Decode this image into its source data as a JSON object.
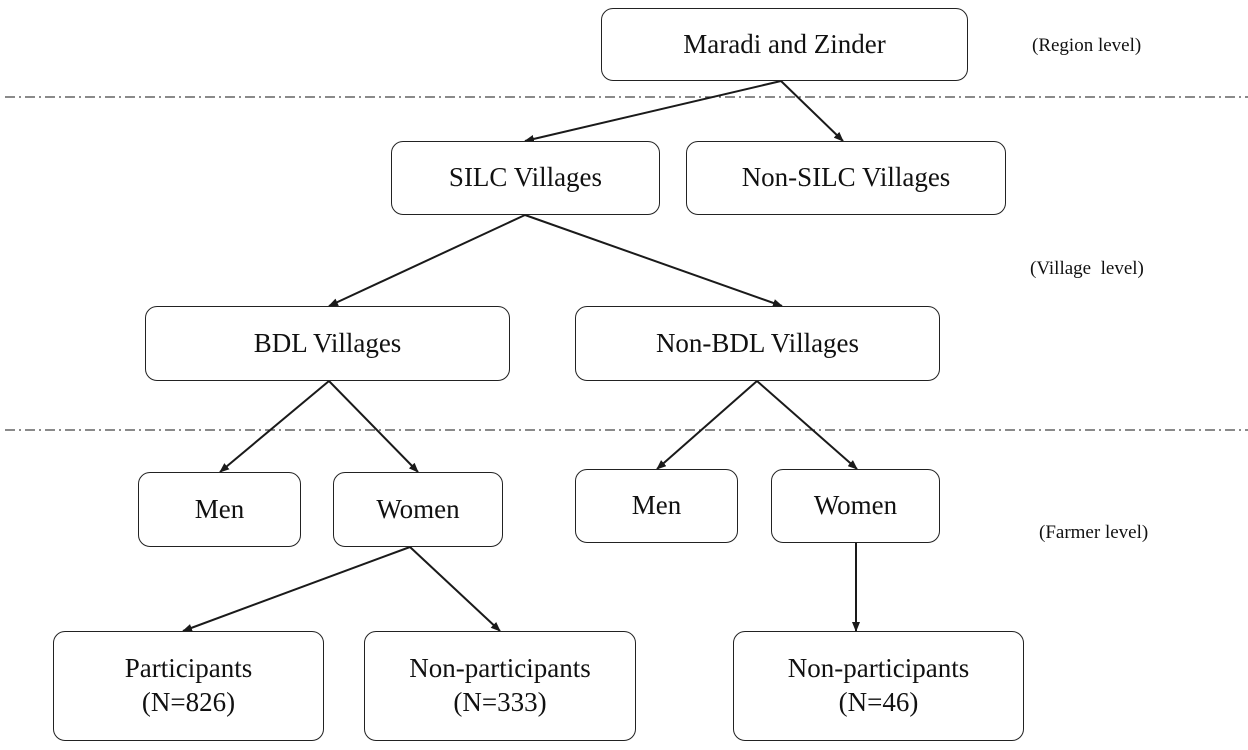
{
  "nodes": {
    "root": {
      "text": [
        "Maradi and Zinder"
      ]
    },
    "silc": {
      "text": [
        "SILC Villages"
      ]
    },
    "non_silc": {
      "text": [
        "Non-SILC Villages"
      ]
    },
    "bdl": {
      "text": [
        "BDL Villages"
      ]
    },
    "non_bdl": {
      "text": [
        "Non-BDL Villages"
      ]
    },
    "men_bdl": {
      "text": [
        "Men"
      ]
    },
    "women_bdl": {
      "text": [
        "Women"
      ]
    },
    "men_non_bdl": {
      "text": [
        "Men"
      ]
    },
    "women_non_bdl": {
      "text": [
        "Women"
      ]
    },
    "participants": {
      "text": [
        "Participants",
        "(N=826)"
      ]
    },
    "non_participants_bdl": {
      "text": [
        "Non-participants",
        "(N=333)"
      ]
    },
    "non_participants_non_bdl": {
      "text": [
        "Non-participants",
        "(N=46)"
      ]
    }
  },
  "levels": {
    "region": "(Region level)",
    "village": "(Village  level)",
    "farmer": "(Farmer level)"
  },
  "edges": [
    {
      "from": "root",
      "to": "silc"
    },
    {
      "from": "root",
      "to": "non_silc"
    },
    {
      "from": "silc",
      "to": "bdl"
    },
    {
      "from": "silc",
      "to": "non_bdl"
    },
    {
      "from": "bdl",
      "to": "men_bdl"
    },
    {
      "from": "bdl",
      "to": "women_bdl"
    },
    {
      "from": "non_bdl",
      "to": "men_non_bdl"
    },
    {
      "from": "non_bdl",
      "to": "women_non_bdl"
    },
    {
      "from": "women_bdl",
      "to": "participants"
    },
    {
      "from": "women_bdl",
      "to": "non_participants_bdl"
    },
    {
      "from": "women_non_bdl",
      "to": "non_participants_non_bdl"
    }
  ],
  "colors": {
    "line": "#1a1a1a",
    "border": "#222222",
    "separator": "#444444"
  }
}
